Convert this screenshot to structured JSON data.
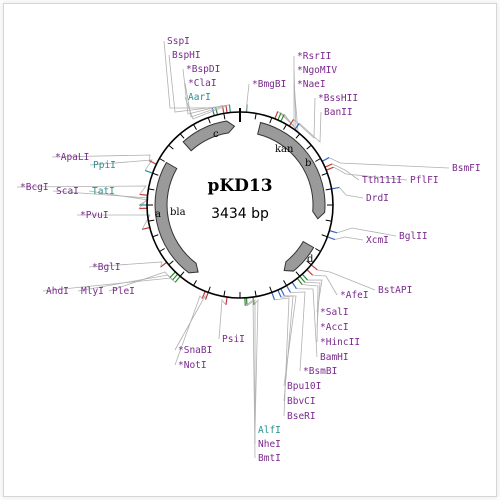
{
  "map": {
    "name": "pKD13",
    "size_label": "3434 bp",
    "colors": {
      "purple": "#7a2a8c",
      "teal": "#2a8f8f",
      "green": "#2e8b2e",
      "red": "#c83a3a",
      "blue": "#3a66c8",
      "feature_fill": "#9a9a9a",
      "backbone": "#000000"
    }
  },
  "features": [
    {
      "id": "c",
      "label": "c",
      "start_deg": 318,
      "end_deg": 356,
      "direction": "cw"
    },
    {
      "id": "kan",
      "label": "kan",
      "start_deg": 14,
      "end_deg": 100,
      "direction": "cw"
    },
    {
      "id": "d",
      "label": "d",
      "start_deg": 120,
      "end_deg": 146,
      "direction": "cw"
    },
    {
      "id": "bla",
      "label": "bla",
      "start_deg": 212,
      "end_deg": 300,
      "direction": "ccw"
    },
    {
      "id": "a",
      "label": "a",
      "start_deg": 0,
      "end_deg": 0,
      "direction": "none"
    }
  ],
  "feature_text": {
    "c": "c",
    "kan": "kan",
    "b": "b",
    "d": "d",
    "a": "a",
    "bla": "bla"
  },
  "sites": [
    {
      "label": "SspI",
      "color": "purple"
    },
    {
      "label": "BspHI",
      "color": "purple"
    },
    {
      "label": "*BspDI",
      "color": "purple"
    },
    {
      "label": "*ClaI",
      "color": "purple"
    },
    {
      "label": "AarI",
      "color": "teal"
    },
    {
      "label": "*BmgBI",
      "color": "purple"
    },
    {
      "label": "*RsrII",
      "color": "purple"
    },
    {
      "label": "*NgoMIV",
      "color": "purple"
    },
    {
      "label": "*NaeI",
      "color": "purple"
    },
    {
      "label": "*BssHII",
      "color": "purple"
    },
    {
      "label": "BanII",
      "color": "purple"
    },
    {
      "label": "BsmFI",
      "color": "purple"
    },
    {
      "label": "Tth111I",
      "color": "purple"
    },
    {
      "label": "PflFI",
      "color": "purple"
    },
    {
      "label": "DrdI",
      "color": "purple"
    },
    {
      "label": "BglII",
      "color": "purple"
    },
    {
      "label": "XcmI",
      "color": "purple"
    },
    {
      "label": "BstAPI",
      "color": "purple"
    },
    {
      "label": "*AfeI",
      "color": "purple"
    },
    {
      "label": "*SalI",
      "color": "purple"
    },
    {
      "label": "*AccI",
      "color": "purple"
    },
    {
      "label": "*HincII",
      "color": "purple"
    },
    {
      "label": "BamHI",
      "color": "purple"
    },
    {
      "label": "*BsmBI",
      "color": "purple"
    },
    {
      "label": "Bpu10I",
      "color": "purple"
    },
    {
      "label": "BbvCI",
      "color": "purple"
    },
    {
      "label": "BseRI",
      "color": "purple"
    },
    {
      "label": "AlfI",
      "color": "teal"
    },
    {
      "label": "NheI",
      "color": "purple"
    },
    {
      "label": "BmtI",
      "color": "purple"
    },
    {
      "label": "PsiI",
      "color": "purple"
    },
    {
      "label": "*SnaBI",
      "color": "purple"
    },
    {
      "label": "*NotI",
      "color": "purple"
    },
    {
      "label": "AhdI",
      "color": "purple"
    },
    {
      "label": "MlyI",
      "color": "purple"
    },
    {
      "label": "PleI",
      "color": "purple"
    },
    {
      "label": "*BglI",
      "color": "purple"
    },
    {
      "label": "*PvuI",
      "color": "purple"
    },
    {
      "label": "ScaI",
      "color": "purple"
    },
    {
      "label": "TatI",
      "color": "teal"
    },
    {
      "label": "*BcgI",
      "color": "purple"
    },
    {
      "label": "PpiI",
      "color": "teal"
    },
    {
      "label": "*ApaLI",
      "color": "purple"
    }
  ]
}
